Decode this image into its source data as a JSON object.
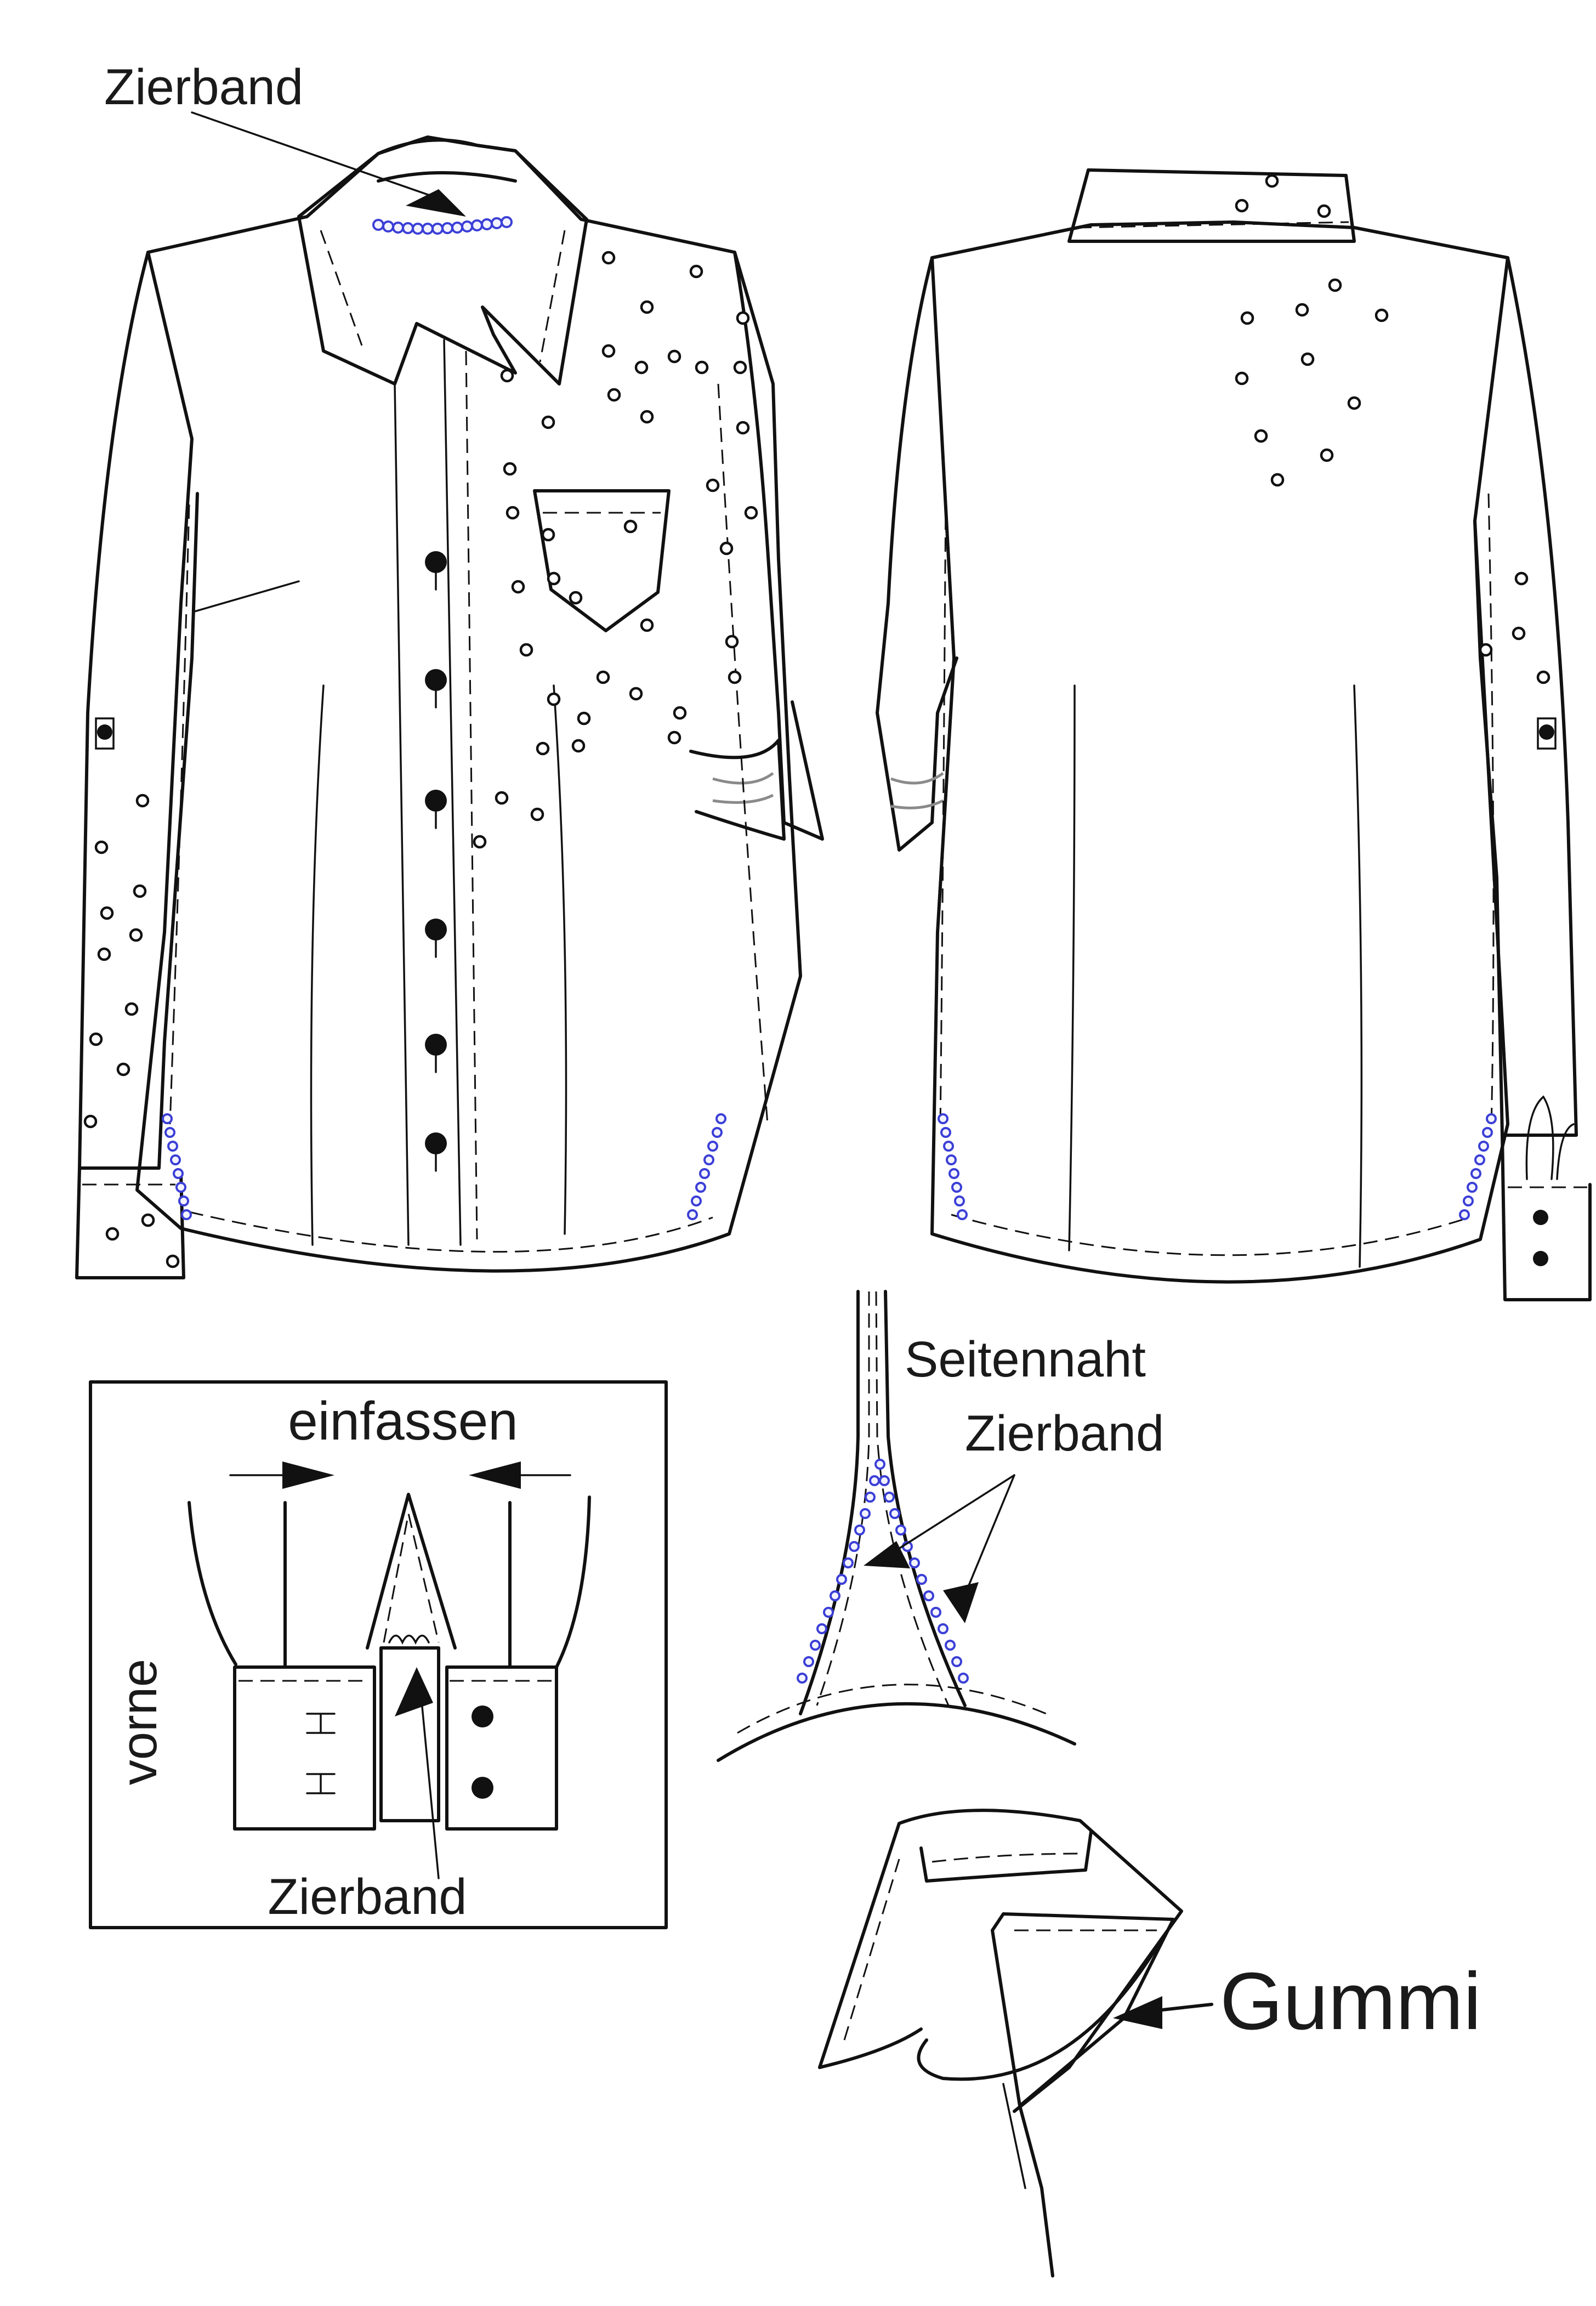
{
  "labels": {
    "top_zierband": "Zierband",
    "einfassen": "einfassen",
    "vorne": "vorne",
    "box_zierband": "Zierband",
    "seitennaht": "Seitennaht",
    "side_zierband": "Zierband",
    "gummi": "Gummi"
  },
  "colors": {
    "outline": "#111111",
    "lace_trim": "#3b3fd6",
    "background": "#ffffff"
  }
}
